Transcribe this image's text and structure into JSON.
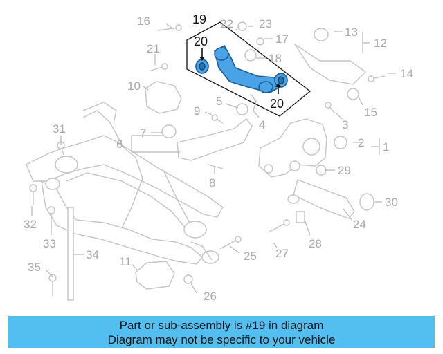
{
  "diagram": {
    "callouts": [
      {
        "id": "c1",
        "label": "1"
      },
      {
        "id": "c2",
        "label": "2"
      },
      {
        "id": "c3",
        "label": "3"
      },
      {
        "id": "c4",
        "label": "4"
      },
      {
        "id": "c5",
        "label": "5"
      },
      {
        "id": "c6",
        "label": "6"
      },
      {
        "id": "c7",
        "label": "7"
      },
      {
        "id": "c8",
        "label": "8"
      },
      {
        "id": "c9",
        "label": "9"
      },
      {
        "id": "c10",
        "label": "10"
      },
      {
        "id": "c11",
        "label": "11"
      },
      {
        "id": "c12",
        "label": "12"
      },
      {
        "id": "c13",
        "label": "13"
      },
      {
        "id": "c14",
        "label": "14"
      },
      {
        "id": "c15",
        "label": "15"
      },
      {
        "id": "c16",
        "label": "16"
      },
      {
        "id": "c17",
        "label": "17"
      },
      {
        "id": "c18",
        "label": "18"
      },
      {
        "id": "c19",
        "label": "19"
      },
      {
        "id": "c20a",
        "label": "20"
      },
      {
        "id": "c20b",
        "label": "20"
      },
      {
        "id": "c21",
        "label": "21"
      },
      {
        "id": "c22",
        "label": "22"
      },
      {
        "id": "c23",
        "label": "23"
      },
      {
        "id": "c24",
        "label": "24"
      },
      {
        "id": "c25",
        "label": "25"
      },
      {
        "id": "c26",
        "label": "26"
      },
      {
        "id": "c27",
        "label": "27"
      },
      {
        "id": "c28",
        "label": "28"
      },
      {
        "id": "c29",
        "label": "29"
      },
      {
        "id": "c30",
        "label": "30"
      },
      {
        "id": "c31",
        "label": "31"
      },
      {
        "id": "c32",
        "label": "32"
      },
      {
        "id": "c33",
        "label": "33"
      },
      {
        "id": "c34",
        "label": "34"
      },
      {
        "id": "c35",
        "label": "35"
      }
    ],
    "highlight_color": "#4aa3e6",
    "highlighted_part": "19"
  },
  "banner": {
    "line1": "Part or sub-assembly is #19 in diagram",
    "line2": "Diagram may not be specific to your vehicle",
    "background": "#53bff0"
  }
}
